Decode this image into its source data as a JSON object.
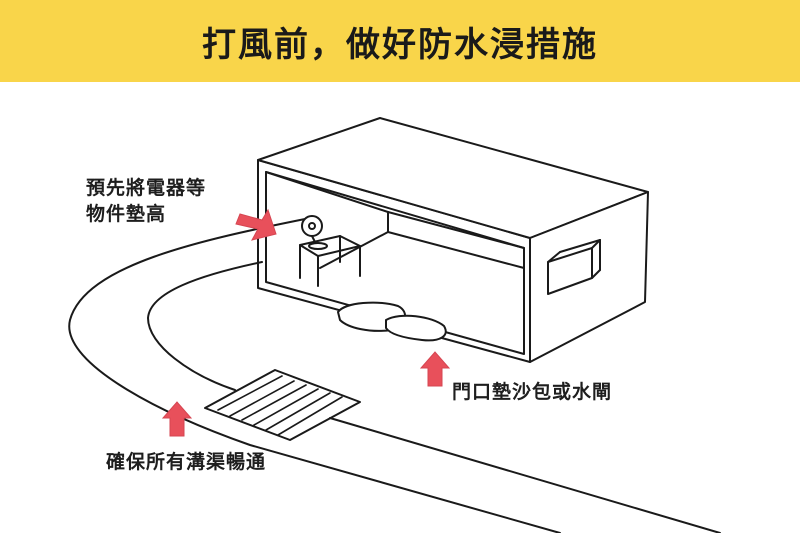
{
  "header": {
    "title": "打風前，做好防水浸措施"
  },
  "labels": {
    "elevate_line1": "預先將電器等",
    "elevate_line2": "物件墊高",
    "door": "門口墊沙包或水閘",
    "drain": "確保所有溝渠暢通"
  },
  "colors": {
    "banner": "#f9d54a",
    "arrow": "#e8505b",
    "line": "#1a1a1a",
    "text": "#1e1e1e"
  }
}
